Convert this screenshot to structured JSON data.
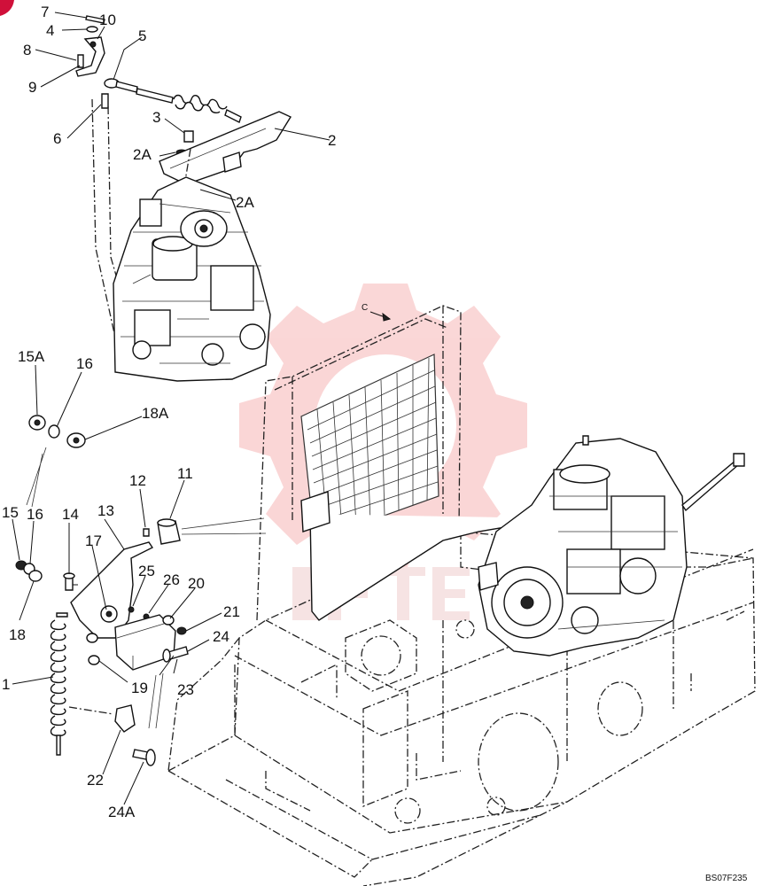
{
  "figure_code": "BS07F235",
  "view_marker": "C",
  "callouts": {
    "c7": "7",
    "c4": "4",
    "c10": "10",
    "c5": "5",
    "c8": "8",
    "c9": "9",
    "c6": "6",
    "c3": "3",
    "c2": "2",
    "c2A_a": "2A",
    "c2A_b": "2A",
    "c15A": "15A",
    "c16_a": "16",
    "c18A": "18A",
    "c12": "12",
    "c11": "11",
    "c15": "15",
    "c16_b": "16",
    "c14": "14",
    "c13": "13",
    "c17": "17",
    "c25": "25",
    "c26": "26",
    "c20": "20",
    "c18": "18",
    "c21": "21",
    "c24": "24",
    "c1": "1",
    "c19": "19",
    "c23": "23",
    "c22": "22",
    "c24A": "24A"
  },
  "watermark_color": "#f28c8c",
  "corner_badge_color": "#d0103a"
}
